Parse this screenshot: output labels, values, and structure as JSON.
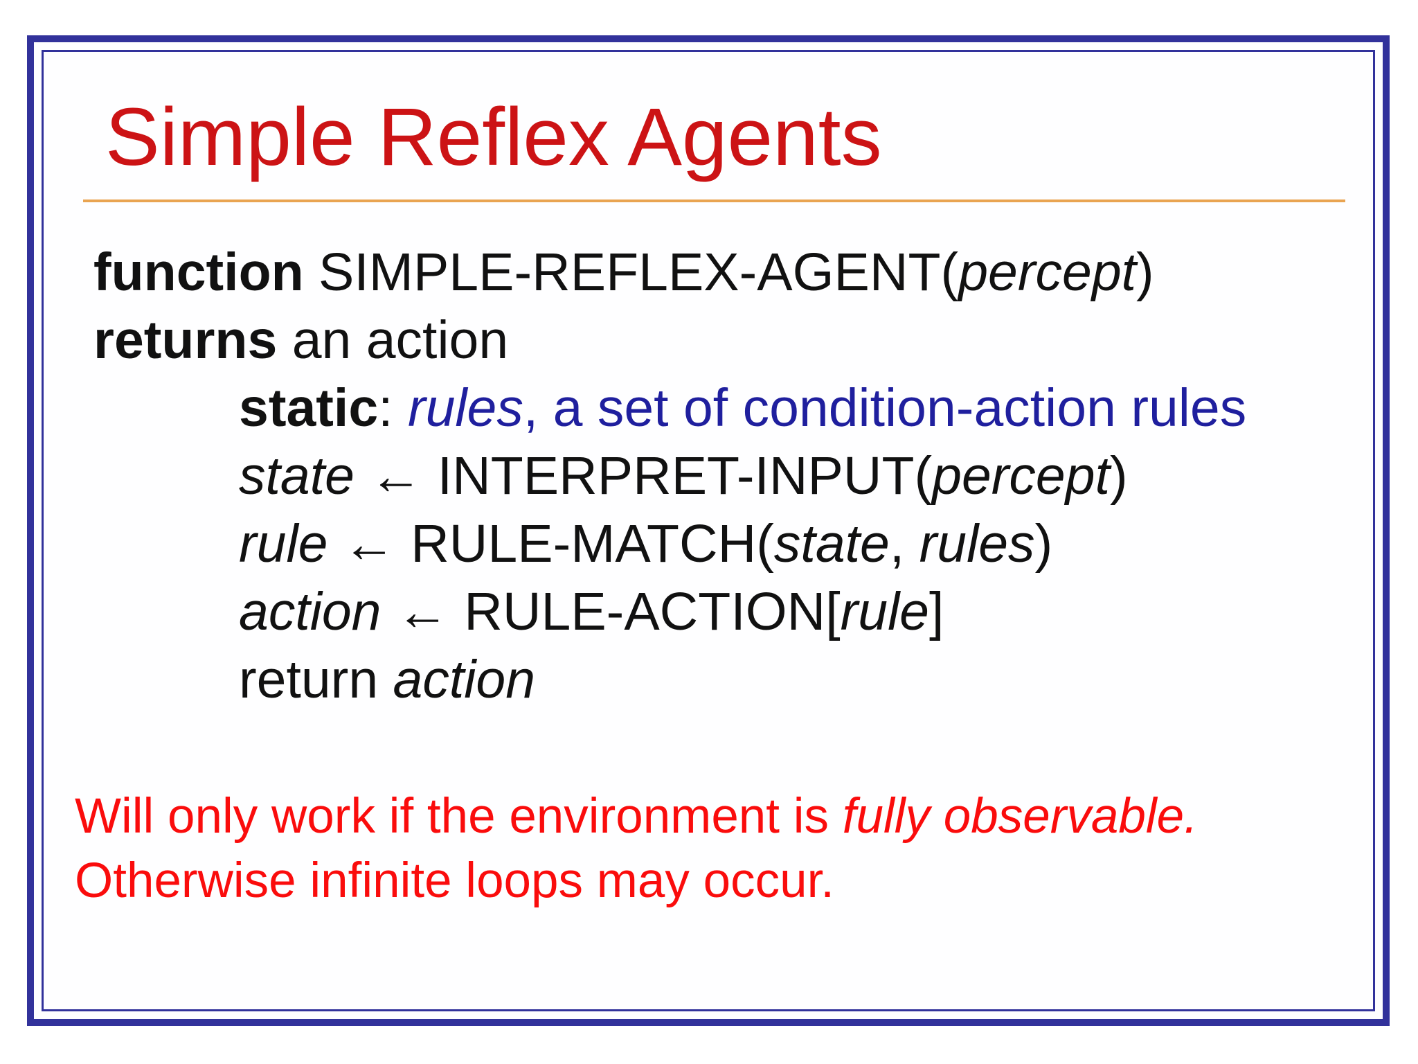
{
  "colors": {
    "border_navy": "#32329b",
    "title_red": "#cc1315",
    "note_red": "#fa0c0c",
    "code_blue": "#1f1f9e",
    "rule_orange": "#e9a451",
    "code_black": "#111111"
  },
  "title": "Simple Reflex Agents",
  "pseudocode": {
    "fn_kw": "function ",
    "fn_name": "SIMPLE-REFLEX-AGENT(",
    "fn_arg": "percept",
    "fn_close": ")",
    "ret_kw": "returns ",
    "ret_rest": "an action",
    "static_kw": "static",
    "static_colon": ": ",
    "static_var": "rules",
    "static_rest": ", a set of condition-action rules",
    "state_var": "state ",
    "state_arrow": "← ",
    "state_fn": "INTERPRET-INPUT(",
    "state_arg": "percept",
    "state_close": ")",
    "rule_var": "rule ",
    "rule_arrow": "← ",
    "rule_fn": "RULE-MATCH(",
    "rule_arg1": "state",
    "rule_sep": ", ",
    "rule_arg2": "rules",
    "rule_close": ")",
    "action_var": "action ",
    "action_arrow": "← ",
    "action_fn": "RULE-ACTION[",
    "action_arg": "rule",
    "action_close": "]",
    "return_kw": "return ",
    "return_var": "action"
  },
  "note": {
    "line1_text": "Will only work if the environment is ",
    "line1_italic": "fully observable.",
    "line2_text": "Otherwise infinite loops may occur."
  }
}
